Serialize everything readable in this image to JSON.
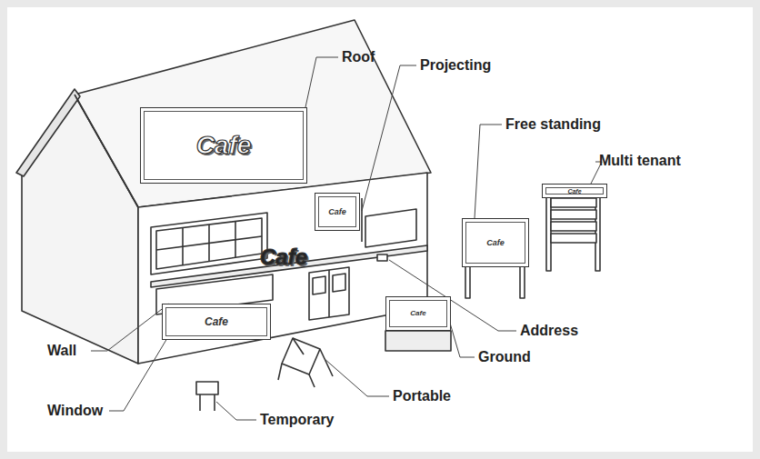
{
  "diagram": {
    "nodes": [
      {
        "text": [
          "Cafe"
        ]
      },
      {
        "text": [
          "Cafe"
        ]
      },
      {
        "text": [
          "Cafe"
        ]
      },
      {
        "text": [
          "Cafe"
        ]
      },
      {
        "text": [
          "Cafe"
        ]
      },
      {
        "text": [
          "Cafe"
        ]
      }
    ],
    "labels": [
      "Roof",
      "Projecting",
      "Free standing",
      "Multi tenant",
      "Cafe",
      "Wall",
      "Address",
      "Ground",
      "Window",
      "Portable",
      "Temporary"
    ]
  }
}
